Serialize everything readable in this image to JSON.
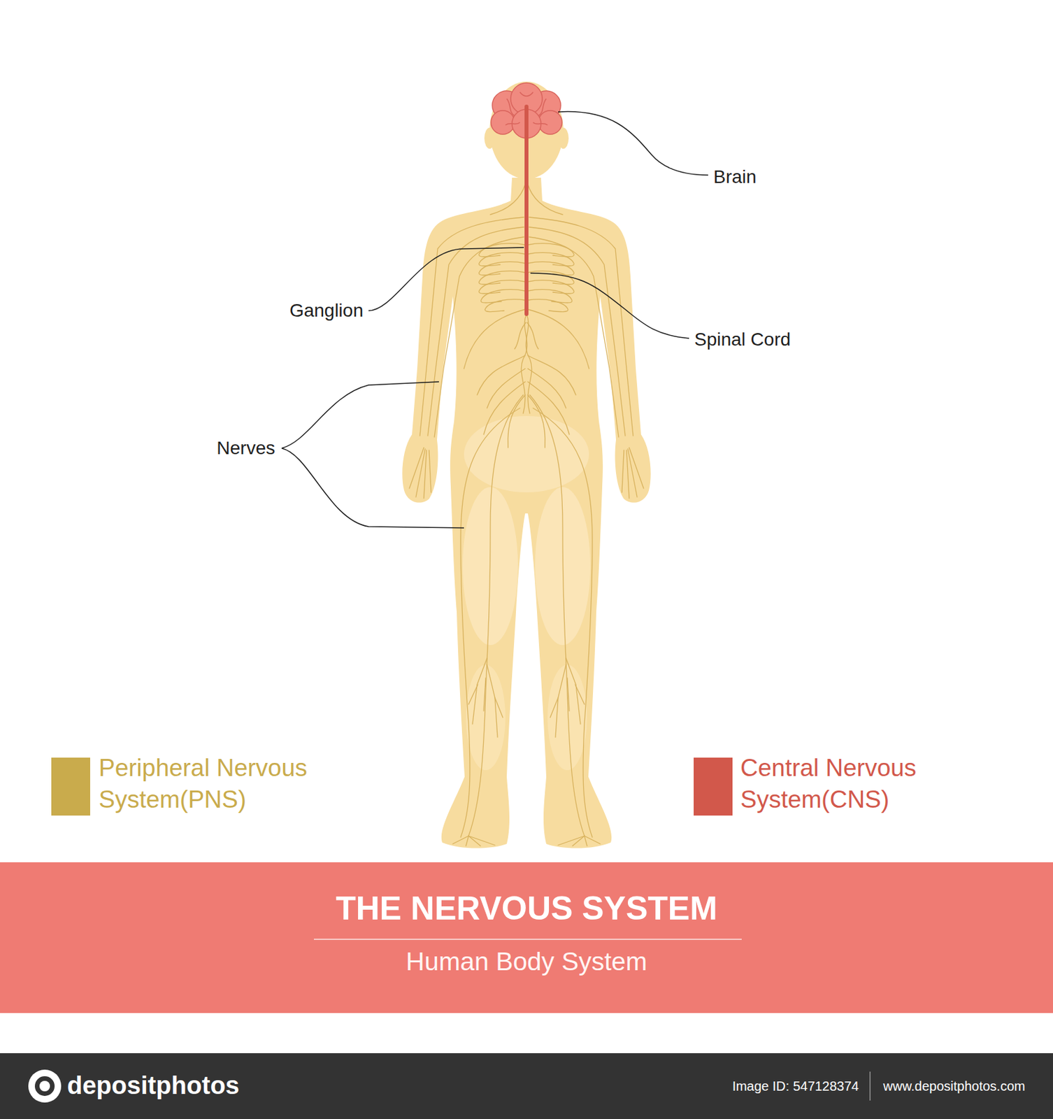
{
  "diagram": {
    "title": "THE NERVOUS SYSTEM",
    "caption": "Human Body System",
    "labels": [
      "Brain",
      "Ganglion",
      "Spinal Cord",
      "Nerves",
      "depositphotos",
      "Image ID: 547128374",
      "www.depositphotos.com"
    ],
    "legend": [
      {
        "text": "Peripheral Nervous System(PNS)",
        "color": "#c9ab4c"
      },
      {
        "text": "Central Nervous System(CNS)",
        "color": "#d2584b"
      }
    ]
  }
}
